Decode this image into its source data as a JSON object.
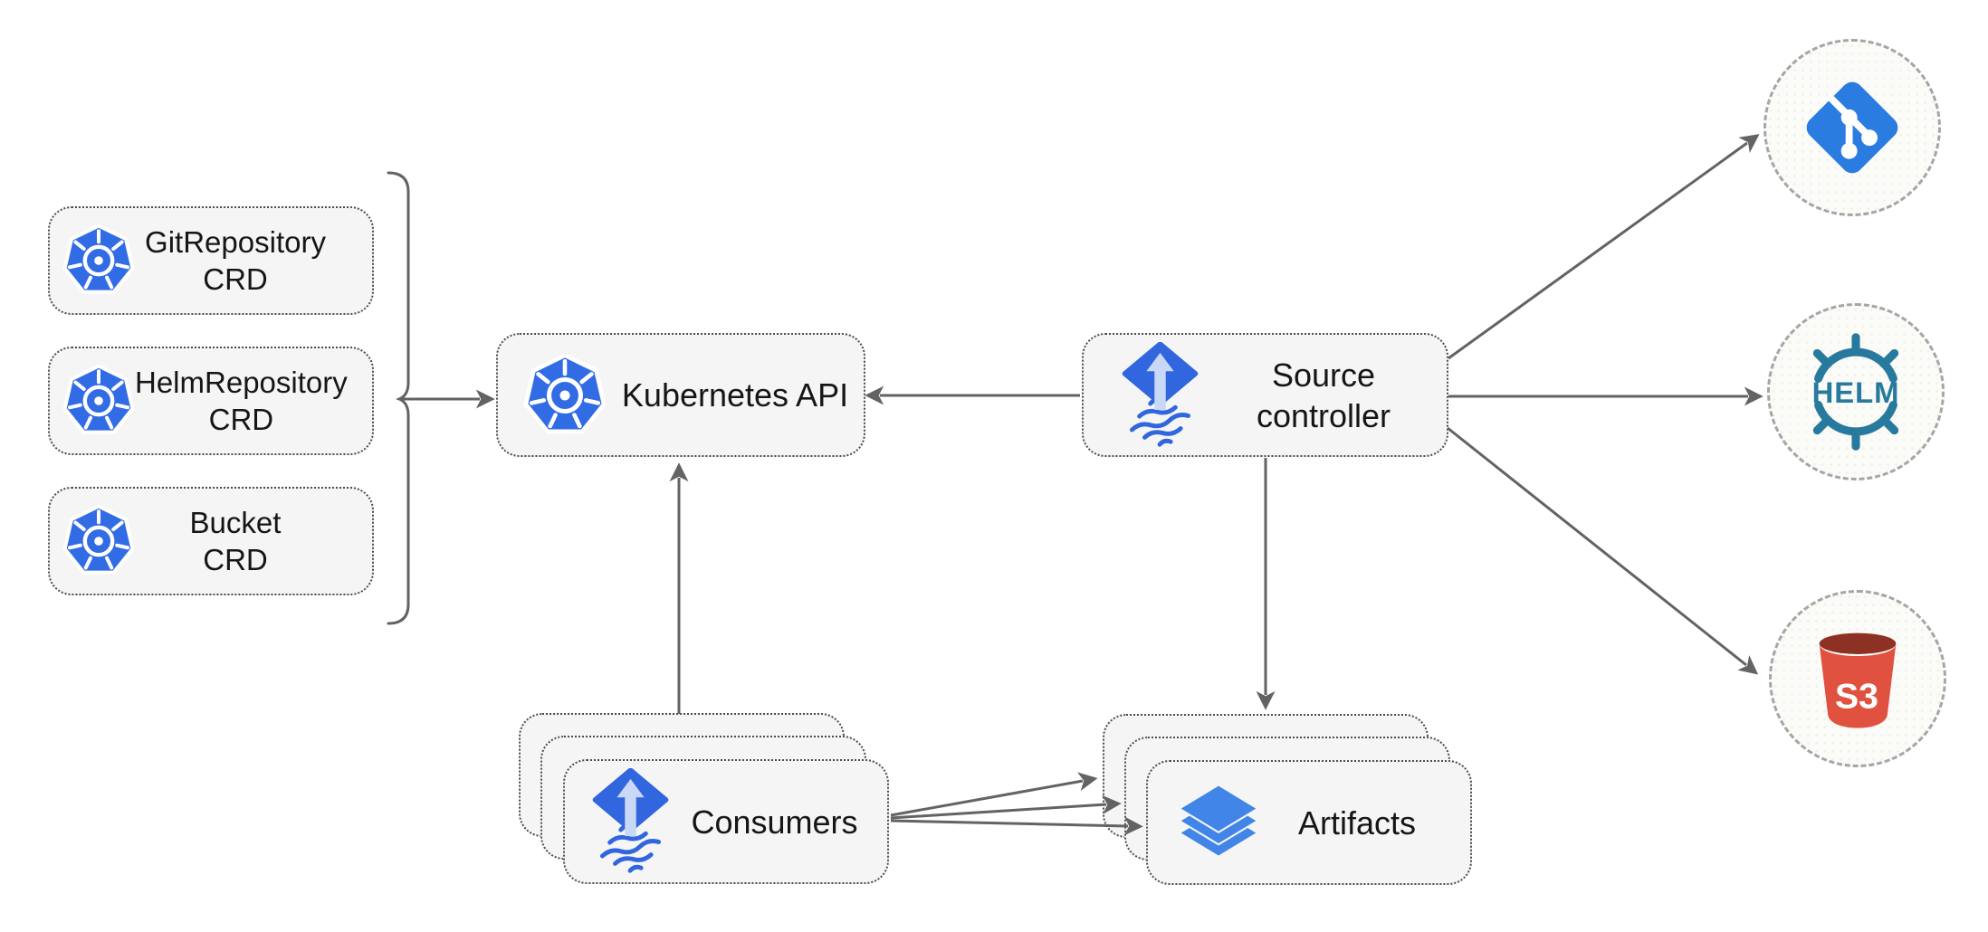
{
  "nodes": {
    "git_repository_crd": {
      "icon": "kubernetes-icon",
      "lines": [
        "GitRepository",
        "CRD"
      ]
    },
    "helm_repository_crd": {
      "icon": "kubernetes-icon",
      "lines": [
        "HelmRepository",
        "CRD"
      ]
    },
    "bucket_crd": {
      "icon": "kubernetes-icon",
      "lines": [
        "Bucket",
        "CRD"
      ]
    },
    "kubernetes_api": {
      "icon": "kubernetes-icon",
      "label": "Kubernetes API"
    },
    "source_controller": {
      "icon": "flux-icon",
      "lines": [
        "Source",
        "controller"
      ]
    },
    "consumers": {
      "icon": "flux-icon",
      "label": "Consumers",
      "instances": 3
    },
    "artifacts": {
      "icon": "layers-icon",
      "label": "Artifacts",
      "instances": 3
    },
    "git_repository": {
      "icon": "git-icon"
    },
    "helm_repository": {
      "icon": "helm-icon",
      "label": "HELM"
    },
    "s3_bucket": {
      "icon": "s3-icon",
      "label": "S3"
    }
  },
  "connections": [
    {
      "from": "crd-group",
      "to": "kubernetes-api"
    },
    {
      "from": "source-controller",
      "to": "kubernetes-api"
    },
    {
      "from": "consumers",
      "to": "kubernetes-api"
    },
    {
      "from": "source-controller",
      "to": "artifacts"
    },
    {
      "from": "source-controller",
      "to": "git-repository"
    },
    {
      "from": "source-controller",
      "to": "helm-repository"
    },
    {
      "from": "source-controller",
      "to": "s3-bucket"
    },
    {
      "from": "consumers",
      "to": "artifacts"
    },
    {
      "from": "consumers",
      "to": "artifacts"
    },
    {
      "from": "consumers",
      "to": "artifacts"
    }
  ],
  "colors": {
    "kubernetes_blue": "#326CE5",
    "flux_blue": "#3166DE",
    "flux_light": "#C9D8F6",
    "git_blue": "#2B7CE0",
    "helm_teal": "#277A9E",
    "s3_red": "#E0523F",
    "s3_dark": "#8C3123",
    "layers_blue": "#4285E8",
    "node_fill": "#F5F5F5",
    "node_border": "#4D4D4D",
    "circle_fill": "#FBFBF8",
    "circle_border": "#A6A6A6",
    "connector": "#636363",
    "text": "#161616",
    "background": "#FFFFFF"
  }
}
